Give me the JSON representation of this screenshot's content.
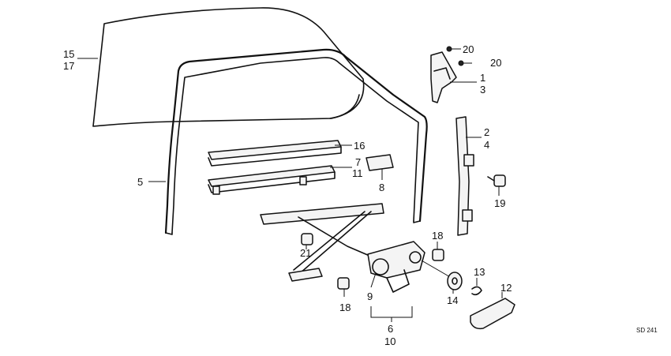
{
  "callouts": {
    "c15": "15",
    "c17": "17",
    "c20a": "20",
    "c20b": "20",
    "c1": "1",
    "c3": "3",
    "c2": "2",
    "c4": "4",
    "c16": "16",
    "c7": "7",
    "c11": "11",
    "c8": "8",
    "c5": "5",
    "c19": "19",
    "c18a": "18",
    "c21": "21",
    "c13": "13",
    "c12": "12",
    "c14": "14",
    "c9": "9",
    "c18b": "18",
    "c6": "6",
    "c10": "10"
  },
  "diagram_code": "SD 241"
}
